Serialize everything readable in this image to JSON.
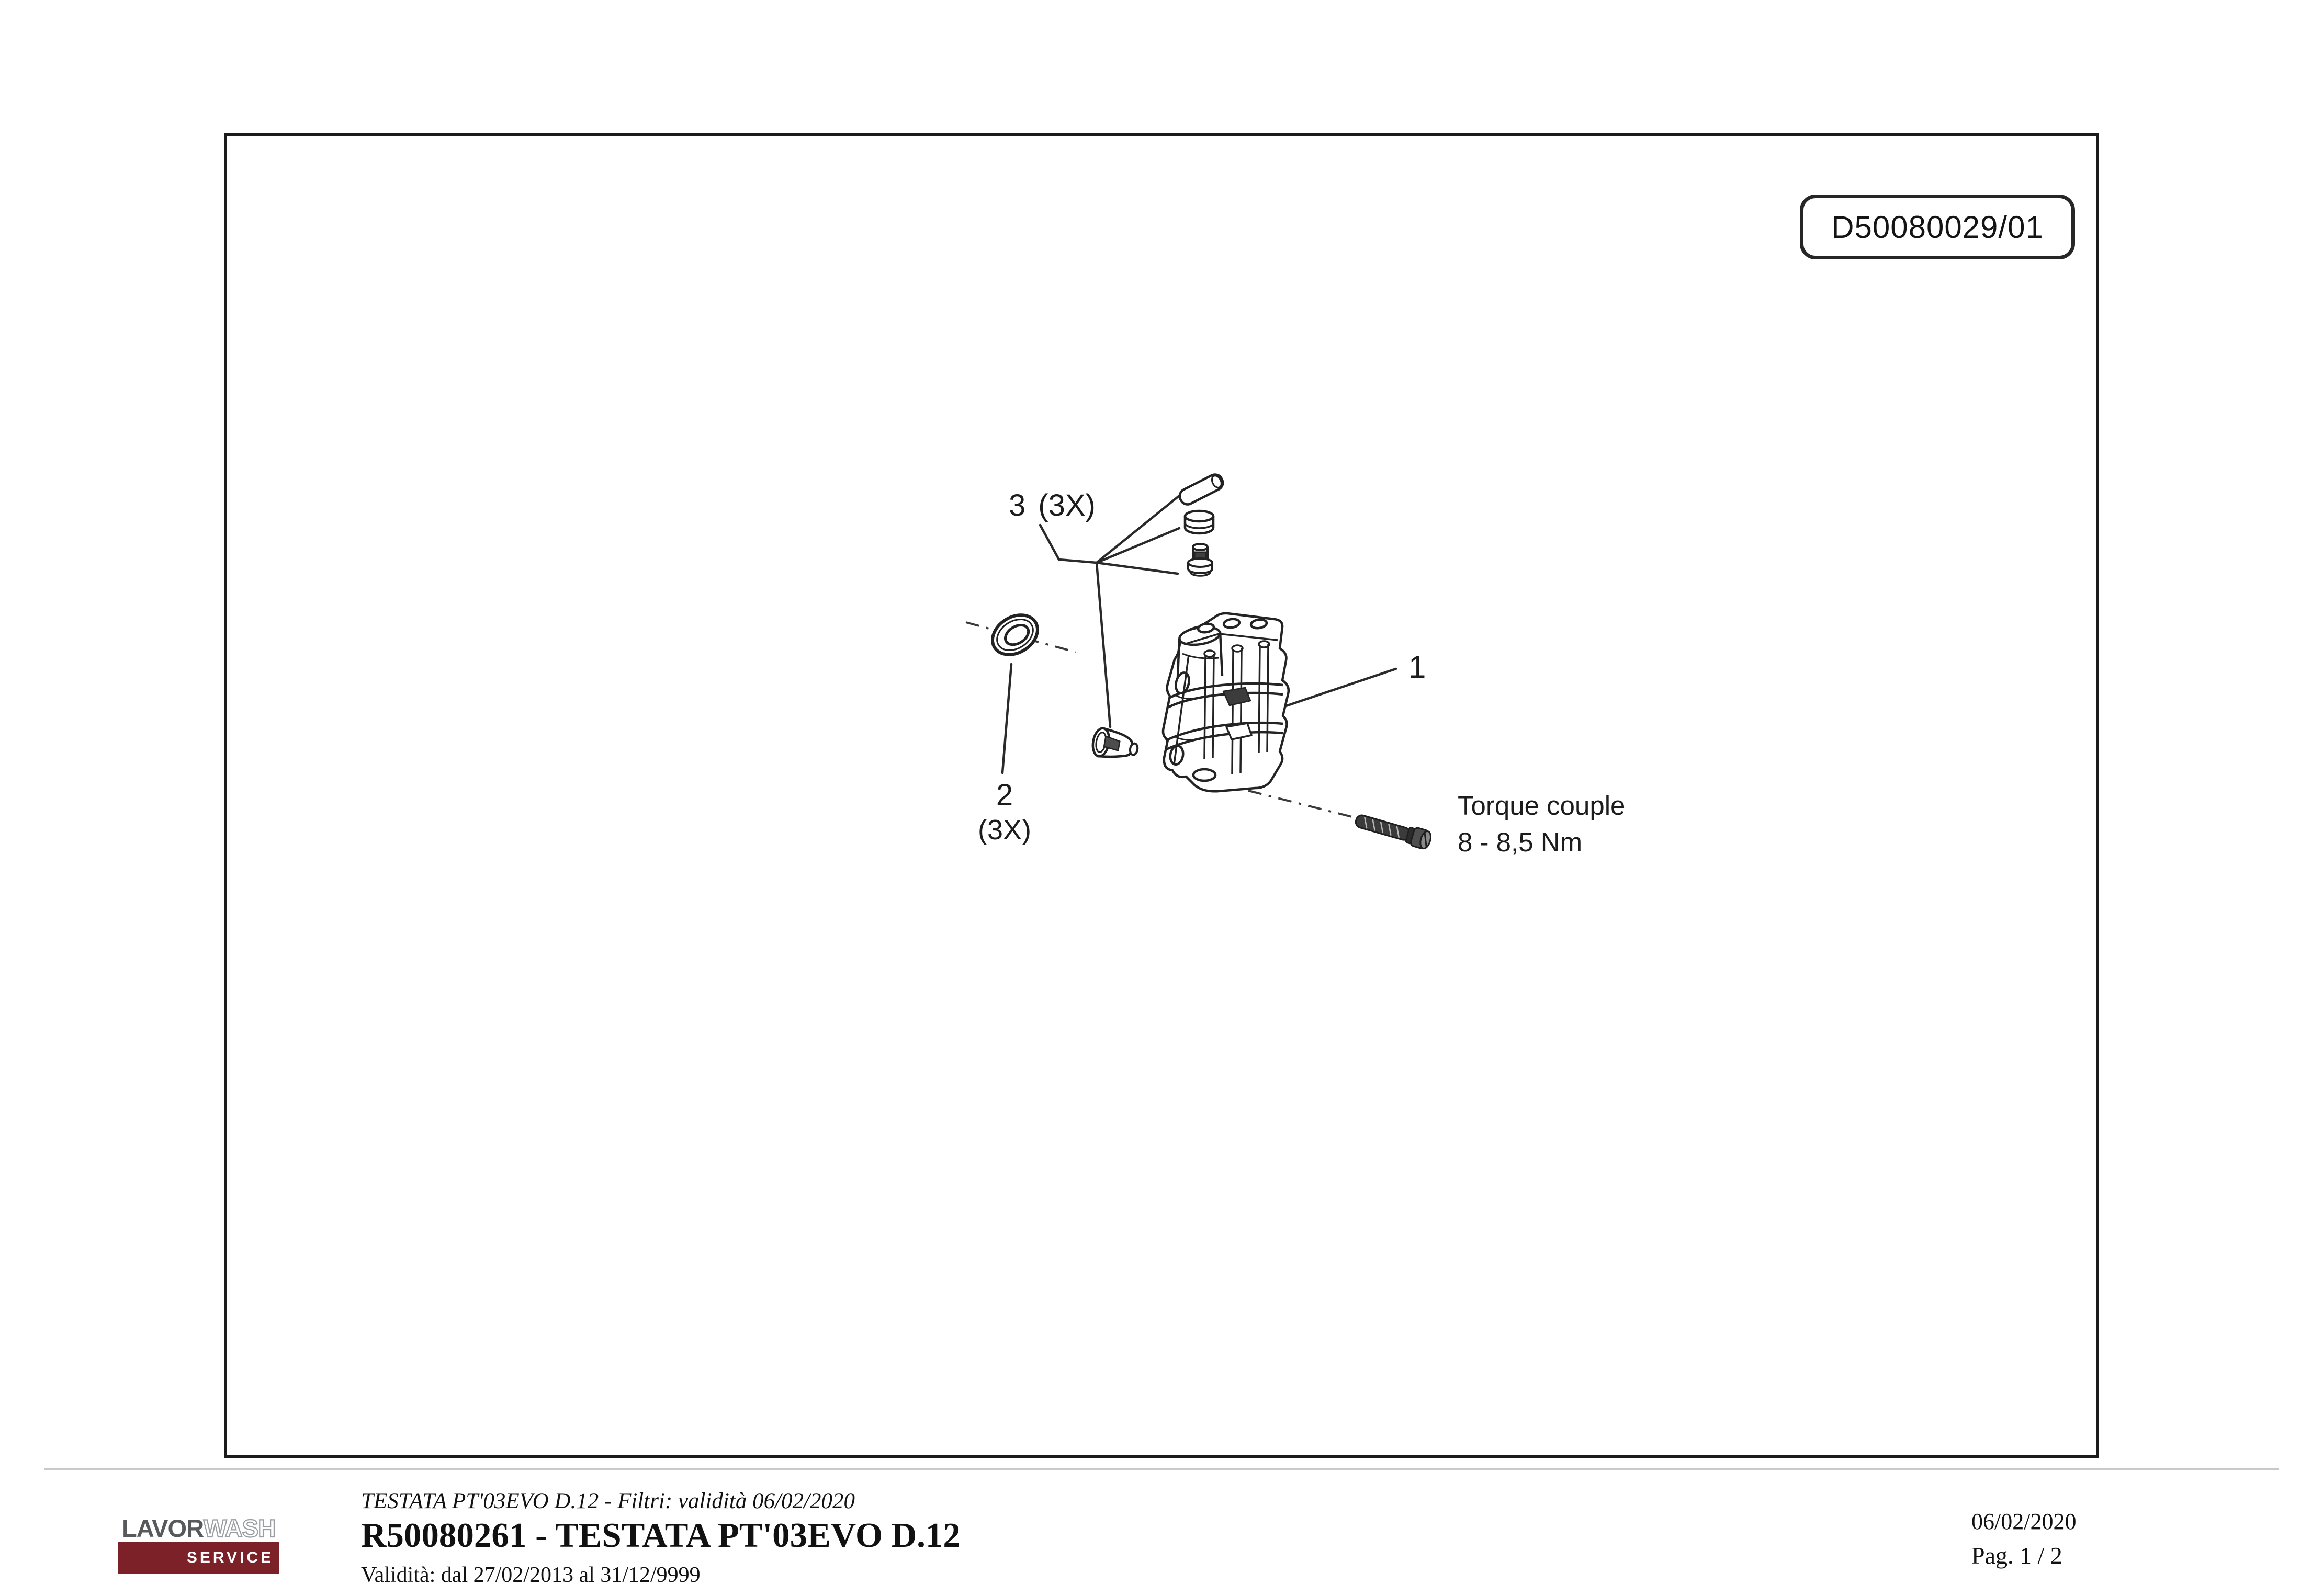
{
  "drawing": {
    "number_label": "D50080029/01",
    "callouts": {
      "part1": "1",
      "part2": "2",
      "part2_qty": "(3X)",
      "part3": "3",
      "part3_qty": "(3X)"
    },
    "torque": {
      "line1": "Torque couple",
      "line2": "8 - 8,5 Nm"
    }
  },
  "footer": {
    "logo": {
      "brand_dark": "LAVOR",
      "brand_light": "WASH",
      "sub_label": "SERVICE"
    },
    "filter_info": "TESTATA PT'03EVO D.12 - Filtri: validità 06/02/2020",
    "title": "R50080261 - TESTATA PT'03EVO D.12",
    "validity": "Validità: dal 27/02/2013 al 31/12/9999",
    "date": "06/02/2020",
    "page_indicator": "Pag. 1 / 2"
  },
  "colors": {
    "maroon": "#7b2127",
    "line": "#232323",
    "separator": "#c9c9c9"
  }
}
